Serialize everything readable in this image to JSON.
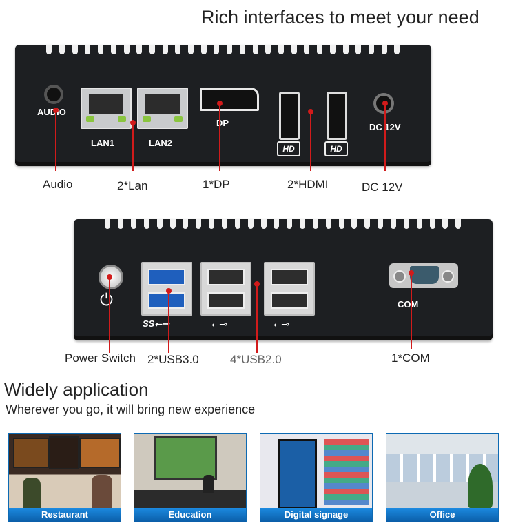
{
  "header": {
    "title": "Rich interfaces to meet your need"
  },
  "top_panel": {
    "ports": {
      "audio": "AUDIO",
      "lan1": "LAN1",
      "lan2": "LAN2",
      "dp": "DP",
      "dc": "DC 12V"
    },
    "captions": {
      "audio": "Audio",
      "lan": "2*Lan",
      "dp": "1*DP",
      "hdmi": "2*HDMI",
      "dc": "DC 12V"
    }
  },
  "bottom_panel": {
    "ports": {
      "com": "COM"
    },
    "captions": {
      "power": "Power Switch",
      "usb3": "2*USB3.0",
      "usb2": "4*USB2.0",
      "com": "1*COM"
    }
  },
  "application": {
    "title": "Widely application",
    "subtitle": "Wherever you go, it will bring new experience",
    "items": [
      {
        "label": "Restaurant"
      },
      {
        "label": "Education"
      },
      {
        "label": "Digital signage"
      },
      {
        "label": "Office"
      }
    ]
  },
  "colors": {
    "accent": "#d11b1b",
    "device": "#1d1f22",
    "bar": "#0b5ea8"
  }
}
